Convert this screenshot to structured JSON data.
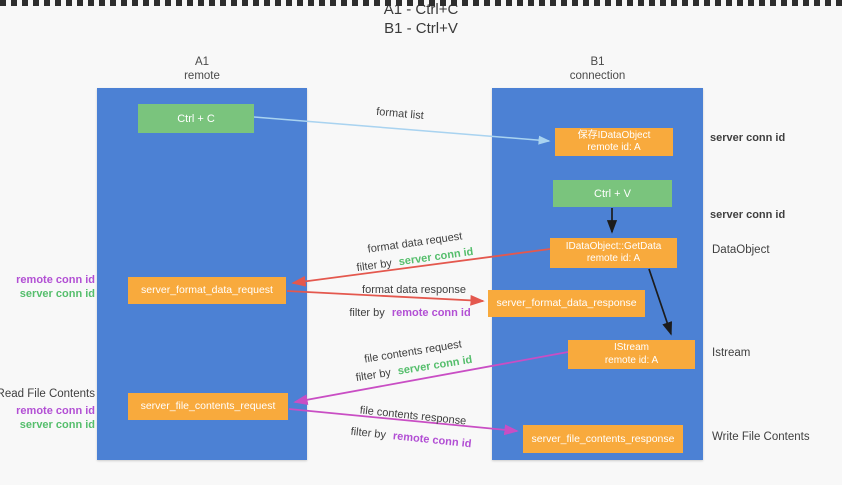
{
  "title": {
    "line1": "A1 - Ctrl+C",
    "line2": "B1 - Ctrl+V"
  },
  "lanes": {
    "left": {
      "name": "A1",
      "role": "remote"
    },
    "right": {
      "name": "B1",
      "role": "connection"
    }
  },
  "nodes": {
    "ctrl_c": {
      "label": "Ctrl + C"
    },
    "ctrl_v": {
      "label": "Ctrl + V"
    },
    "save_dataobject": {
      "line1": "保存IDataObject",
      "line2": "remote id: A"
    },
    "getdata": {
      "line1": "IDataObject::GetData",
      "line2": "remote id: A"
    },
    "istream": {
      "line1": "IStream",
      "line2": "remote id: A"
    },
    "format_data_request": {
      "label": "server_format_data_request"
    },
    "format_data_response": {
      "label": "server_format_data_response"
    },
    "file_contents_request": {
      "label": "server_file_contents_request"
    },
    "file_contents_response": {
      "label": "server_file_contents_response"
    }
  },
  "arrow_labels": {
    "format_list": "format list",
    "format_data_request": "format data request",
    "format_data_response": "format data response",
    "file_contents_request": "file contents request",
    "file_contents_response": "file contents response"
  },
  "filters": {
    "format_request": {
      "prefix": "filter by",
      "key": "server conn id"
    },
    "format_response": {
      "prefix": "filter by",
      "key": "remote conn id"
    },
    "file_request": {
      "prefix": "filter by",
      "key": "server conn id"
    },
    "file_response": {
      "prefix": "filter by",
      "key": "remote conn id"
    }
  },
  "left_labels": {
    "read_file_contents": "Read File Contents",
    "format_pair": {
      "remote": "remote conn id",
      "server": "server conn id"
    },
    "file_pair": {
      "remote": "remote conn id",
      "server": "server conn id"
    }
  },
  "right_labels": {
    "server_conn_top": "server conn id",
    "server_conn_mid": "server conn id",
    "dataobject": "DataObject",
    "istream": "Istream",
    "write_file_contents": "Write File Contents"
  },
  "colors": {
    "lane_blue": "#4C81D4",
    "node_green": "#7AC47D",
    "node_orange": "#F8AA3D",
    "accent_green": "#55BE6C",
    "accent_purple": "#B24FD4",
    "arrow_red": "#E4584E",
    "arrow_magenta": "#C94EC4",
    "arrow_blue": "#A9D3F0",
    "arrow_black": "#1C1C1C"
  }
}
